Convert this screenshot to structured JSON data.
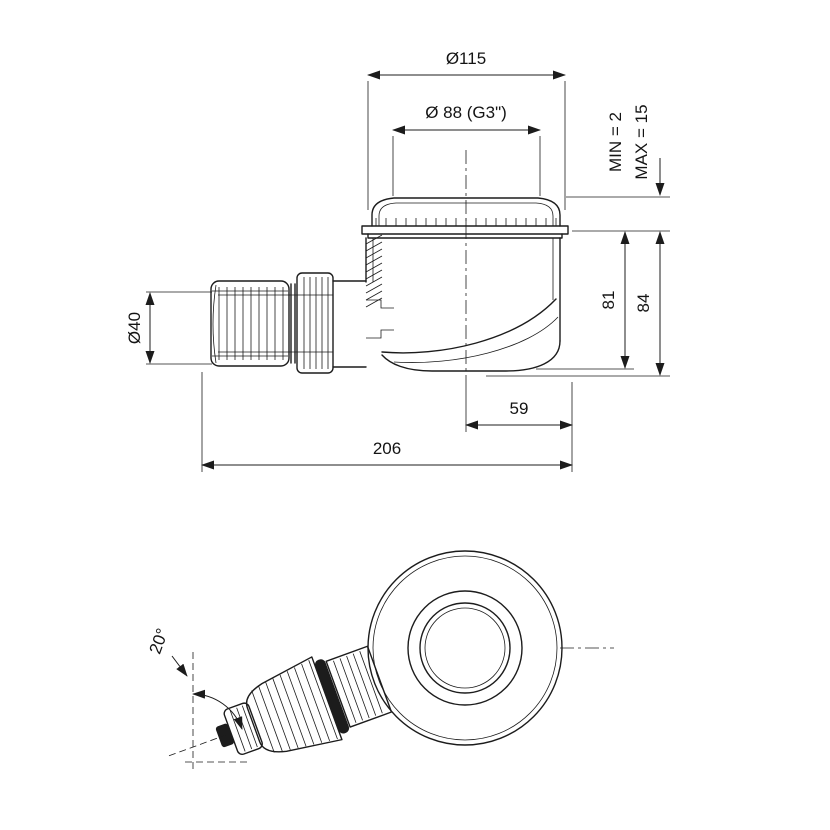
{
  "drawing": {
    "labels": {
      "dia115": "Ø115",
      "dia88": "Ø 88 (G3\")",
      "min2": "MIN = 2",
      "max15": "MAX = 15",
      "h81": "81",
      "h84": "84",
      "dia40": "Ø40",
      "w59": "59",
      "w206": "206",
      "angle20": "20°"
    },
    "colors": {
      "line": "#1c1c1c",
      "background": "#ffffff"
    }
  }
}
